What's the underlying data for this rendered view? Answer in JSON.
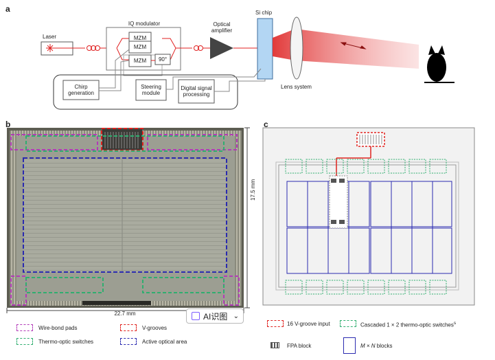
{
  "panel_a": {
    "label": "a",
    "laser": "Laser",
    "iq_modulator": "IQ modulator",
    "mzm_top": "MZM",
    "mzm_mid": "MZM",
    "mzm_bot": "MZM",
    "phase": "90°",
    "optical_amp_line1": "Optical",
    "optical_amp_line2": "amplifier",
    "si_chip": "Si chip",
    "lens_system": "Lens system",
    "chirp_line1": "Chirp",
    "chirp_line2": "generation",
    "steering_line1": "Steering",
    "steering_line2": "module",
    "dsp_line1": "Digital signal",
    "dsp_line2": "processing"
  },
  "panel_b": {
    "label": "b",
    "height_dim": "17.5 mm",
    "width_dim": "22.7 mm"
  },
  "panel_c": {
    "label": "c"
  },
  "legend": {
    "wire_bond": "Wire-bond pads",
    "v_grooves": "V-grooves",
    "thermo_optic": "Thermo-optic switches",
    "active_area": "Active optical area",
    "v_groove_input": "16 V-groove input",
    "cascaded_prefix": "Cascaded 1 × 2 thermo-optic switches",
    "cascaded_suffix": "s",
    "fpa_block": "FPA block",
    "mxn_blocks_prefix": "M × N",
    "mxn_blocks_suffix": " blocks"
  },
  "ai_widget": {
    "label": "AI识图"
  },
  "colors": {
    "purple": "#b23ab8",
    "red": "#e0221e",
    "green": "#2fae6f",
    "blue": "#2a2ab0",
    "chip_blue": "#b3d6f3"
  }
}
